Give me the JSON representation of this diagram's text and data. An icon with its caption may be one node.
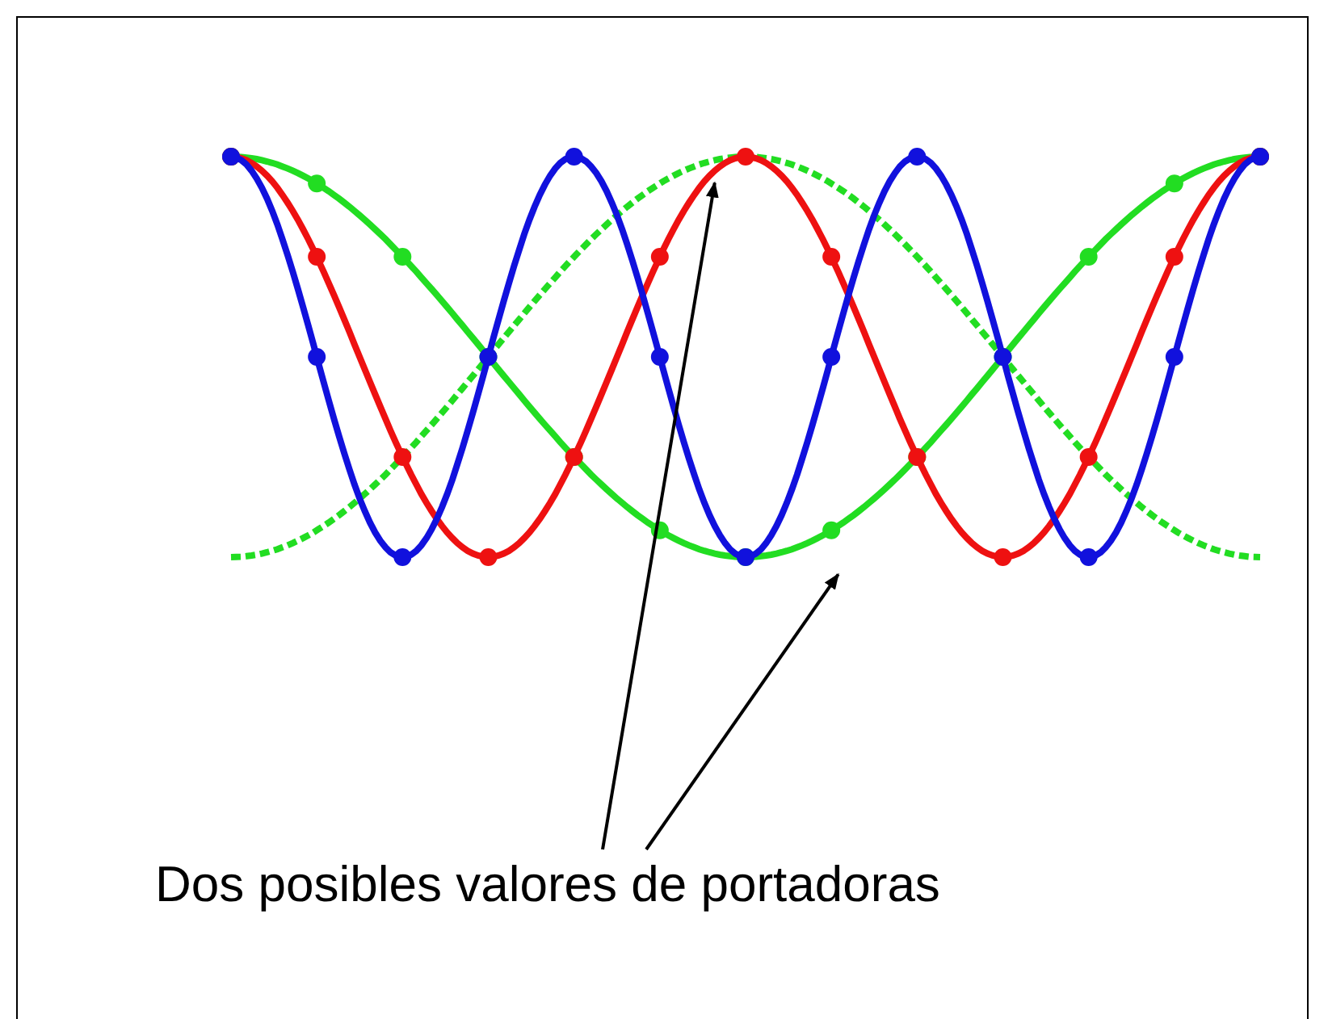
{
  "diagram": {
    "nodes": [
      {
        "text": [
          "Dos posibles valores de portadoras"
        ]
      },
      {
        "text": [],
        "shape": "curve"
      },
      {
        "text": [],
        "shape": "curve"
      }
    ],
    "edges": [
      {
        "from": 0,
        "to": 1,
        "arrow": "to"
      },
      {
        "from": 0,
        "to": 2,
        "arrow": "to"
      }
    ]
  }
}
